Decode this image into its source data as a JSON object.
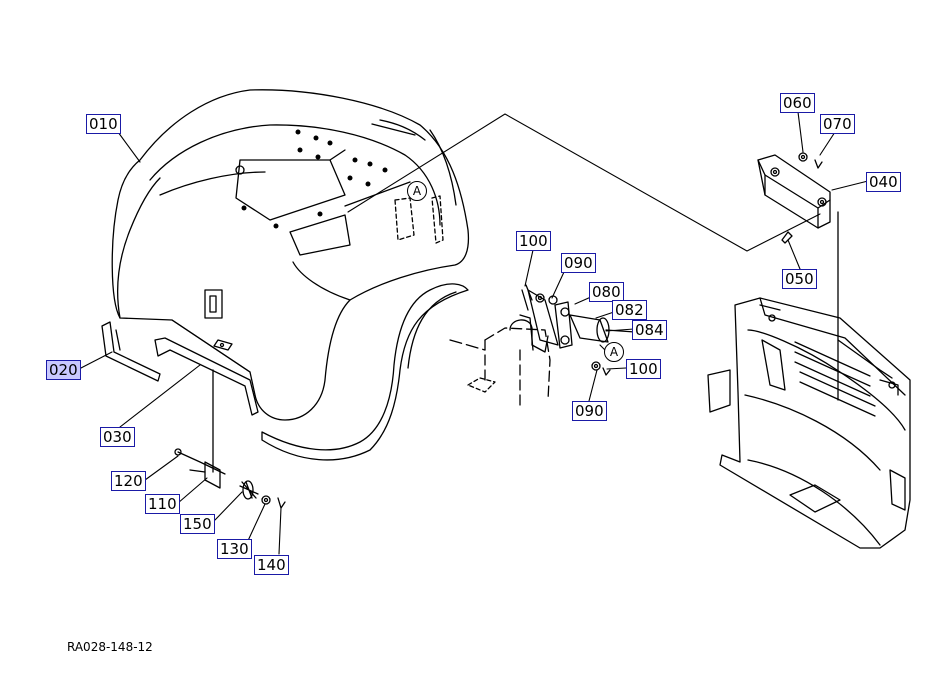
{
  "diagram": {
    "reference_code": "RA028-148-12",
    "view_markers": [
      "A",
      "A"
    ],
    "part_labels": [
      {
        "id": "p010",
        "text": "010",
        "selected": false
      },
      {
        "id": "p020",
        "text": "020",
        "selected": true
      },
      {
        "id": "p030",
        "text": "030",
        "selected": false
      },
      {
        "id": "p040",
        "text": "040",
        "selected": false
      },
      {
        "id": "p050",
        "text": "050",
        "selected": false
      },
      {
        "id": "p060",
        "text": "060",
        "selected": false
      },
      {
        "id": "p070",
        "text": "070",
        "selected": false
      },
      {
        "id": "p080",
        "text": "080",
        "selected": false
      },
      {
        "id": "p082",
        "text": "082",
        "selected": false
      },
      {
        "id": "p084",
        "text": "084",
        "selected": false
      },
      {
        "id": "p090a",
        "text": "090",
        "selected": false
      },
      {
        "id": "p090b",
        "text": "090",
        "selected": false
      },
      {
        "id": "p100a",
        "text": "100",
        "selected": false
      },
      {
        "id": "p100b",
        "text": "100",
        "selected": false
      },
      {
        "id": "p110",
        "text": "110",
        "selected": false
      },
      {
        "id": "p120",
        "text": "120",
        "selected": false
      },
      {
        "id": "p130",
        "text": "130",
        "selected": false
      },
      {
        "id": "p140",
        "text": "140",
        "selected": false
      },
      {
        "id": "p150",
        "text": "150",
        "selected": false
      }
    ],
    "colors": {
      "label_border": "#1a1aa6",
      "label_selected_bg": "#c9c9ff",
      "line": "#000000"
    }
  }
}
